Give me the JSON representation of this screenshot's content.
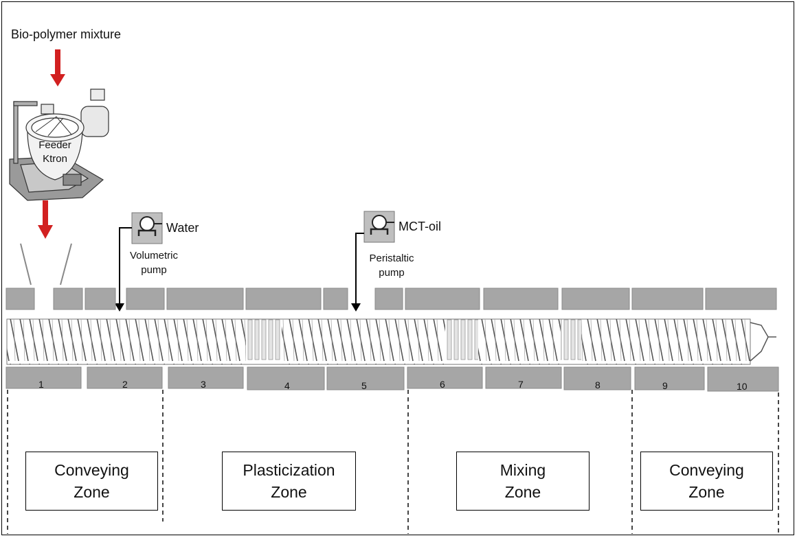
{
  "feed": {
    "material": "Bio-polymer mixture",
    "feeder_line1": "Feeder",
    "feeder_line2": "Ktron"
  },
  "pumps": [
    {
      "name": "Water",
      "type_line1": "Volumetric",
      "type_line2": "pump"
    },
    {
      "name": "MCT-oil",
      "type_line1": "Peristaltic",
      "type_line2": "pump"
    }
  ],
  "barrel_numbers": [
    "1",
    "2",
    "3",
    "4",
    "5",
    "6",
    "7",
    "8",
    "9",
    "10"
  ],
  "zones": [
    {
      "line1": "Conveying",
      "line2": "Zone"
    },
    {
      "line1": "Plasticization",
      "line2": "Zone"
    },
    {
      "line1": "Mixing",
      "line2": "Zone"
    },
    {
      "line1": "Conveying",
      "line2": "Zone"
    }
  ],
  "colors": {
    "barrel": "#a6a6a6",
    "arrow": "#d22020",
    "pump": "#bfbfbf"
  }
}
